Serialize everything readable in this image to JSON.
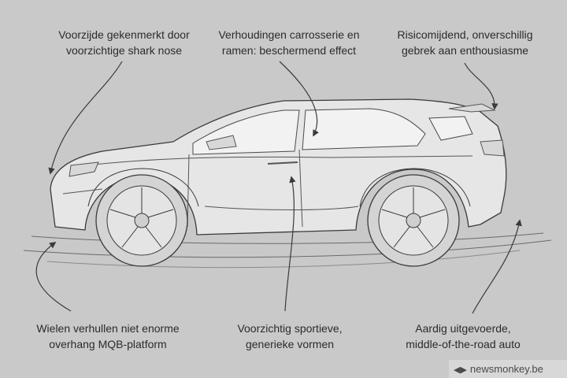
{
  "annotations": [
    {
      "line1": "Voorzijde gekenmerkt door",
      "line2": "voorzichtige shark nose"
    },
    {
      "line1": "Verhoudingen carrosserie en",
      "line2": "ramen: beschermend effect"
    },
    {
      "line1": "Risicomijdend, onverschillig",
      "line2": "gebrek aan enthousiasme"
    },
    {
      "line1": "Wielen verhullen niet enorme",
      "line2": "overhang MQB-platform"
    },
    {
      "line1": "Voorzichtig sportieve,",
      "line2": "generieke vormen"
    },
    {
      "line1": "Aardig uitgevoerde,",
      "line2": "middle-of-the-road auto"
    }
  ],
  "watermark": {
    "text": "newsmonkey.be"
  },
  "colors": {
    "background": "#c9c9c9",
    "sketch": "#3a3a3a",
    "car_fill": "#e6e6e6"
  }
}
